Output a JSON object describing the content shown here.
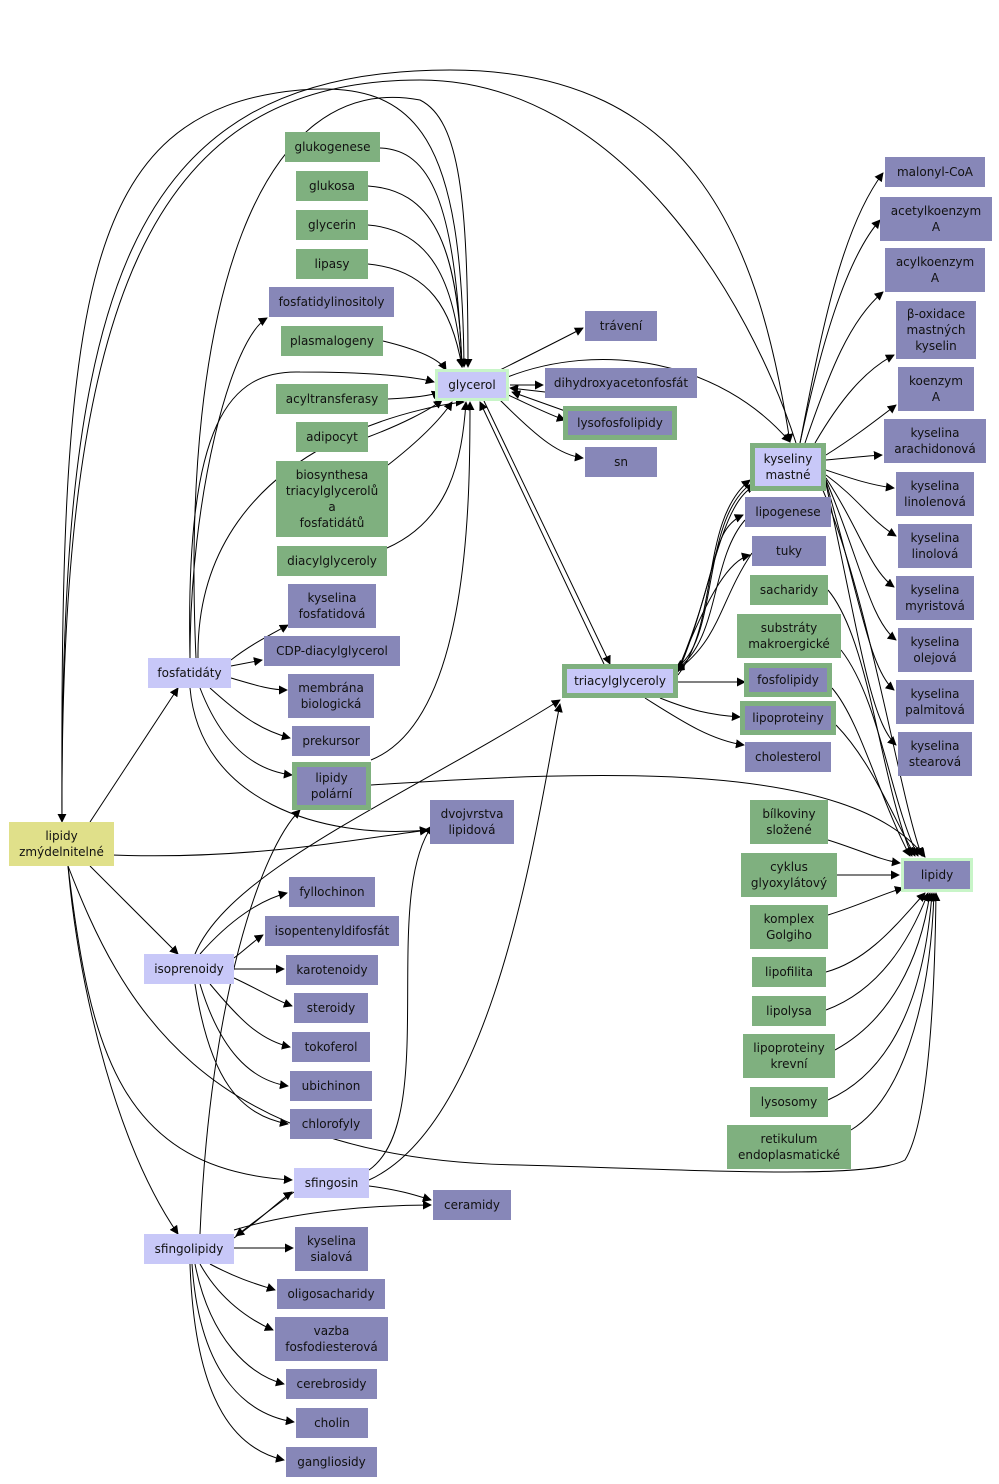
{
  "nodes": {
    "lipidy_zm": "lipidy\nzmýdelnitelné",
    "glukogenese": "glukogenese",
    "glukosa": "glukosa",
    "glycerin": "glycerin",
    "lipasy": "lipasy",
    "fosfatidylinositoly": "fosfatidylinositoly",
    "plasmalogeny": "plasmalogeny",
    "acyltransferasy": "acyltransferasy",
    "adipocyt": "adipocyt",
    "biosynthesa": "biosynthesa\ntriacylglycerolů\na\nfosfatidátů",
    "diacylglyceroly": "diacylglyceroly",
    "glycerol": "glycerol",
    "traveni": "trávení",
    "dihydroxyacetonfosfat": "dihydroxyacetonfosfát",
    "lysofosfolipidy": "lysofosfolipidy",
    "sn": "sn",
    "kyseliny_mastne": "kyseliny\nmastné",
    "malonyl": "malonyl-CoA",
    "acetylkoenzym": "acetylkoenzym\nA",
    "acylkoenzym": "acylkoenzym\nA",
    "beta_oxidace": "β-oxidace\nmastných\nkyselin",
    "koenzym": "koenzym\nA",
    "arachidonova": "kyselina\narachidonová",
    "linolenova": "kyselina\nlinolenová",
    "linolova": "kyselina\nlinolová",
    "myristova": "kyselina\nmyristová",
    "olejova": "kyselina\nolejová",
    "palmitova": "kyselina\npalmitová",
    "stearova": "kyselina\nstearová",
    "lipogenese": "lipogenese",
    "tuky": "tuky",
    "sacharidy": "sacharidy",
    "substraty": "substráty\nmakroergické",
    "fosfolipidy": "fosfolipidy",
    "lipoproteiny": "lipoproteiny",
    "cholesterol": "cholesterol",
    "triacylglyceroly": "triacylglyceroly",
    "fosfatidaty": "fosfatidáty",
    "kyselina_fosfatidova": "kyselina\nfosfatidová",
    "cdp": "CDP-diacylglycerol",
    "membrana": "membrána\nbiologická",
    "prekursor": "prekursor",
    "lipidy_polarni": "lipidy\npolární",
    "dvojvrstva": "dvojvrstva\nlipidová",
    "lipidy": "lipidy",
    "bilkoviny": "bílkoviny\nsložené",
    "cyklus": "cyklus\nglyoxylátový",
    "komplex": "komplex\nGolgiho",
    "lipofilita": "lipofilita",
    "lipolysa": "lipolysa",
    "lipoproteiny_krevni": "lipoproteiny\nkrevní",
    "lysosomy": "lysosomy",
    "retikulum": "retikulum\nendoplasmatické",
    "isoprenoidy": "isoprenoidy",
    "fyllochinon": "fyllochinon",
    "isopentenyldifosfat": "isopentenyldifosfát",
    "karotenoidy": "karotenoidy",
    "steroidy": "steroidy",
    "tokoferol": "tokoferol",
    "ubichinon": "ubichinon",
    "chlorofyly": "chlorofyly",
    "sfingosin": "sfingosin",
    "ceramidy": "ceramidy",
    "sfingolipidy": "sfingolipidy",
    "kyselina_sialova": "kyselina\nsialová",
    "oligosacharidy": "oligosacharidy",
    "vazba": "vazba\nfosfodiesterová",
    "cerebrosidy": "cerebrosidy",
    "cholin": "cholin",
    "gangliosidy": "gangliosidy"
  },
  "colors": {
    "purple": "#8787b8",
    "green": "#7fb07f",
    "lavender": "#c8c8f8",
    "yellow": "#e0e08a",
    "light_green": "#c8f5c8",
    "edge": "#000000"
  }
}
